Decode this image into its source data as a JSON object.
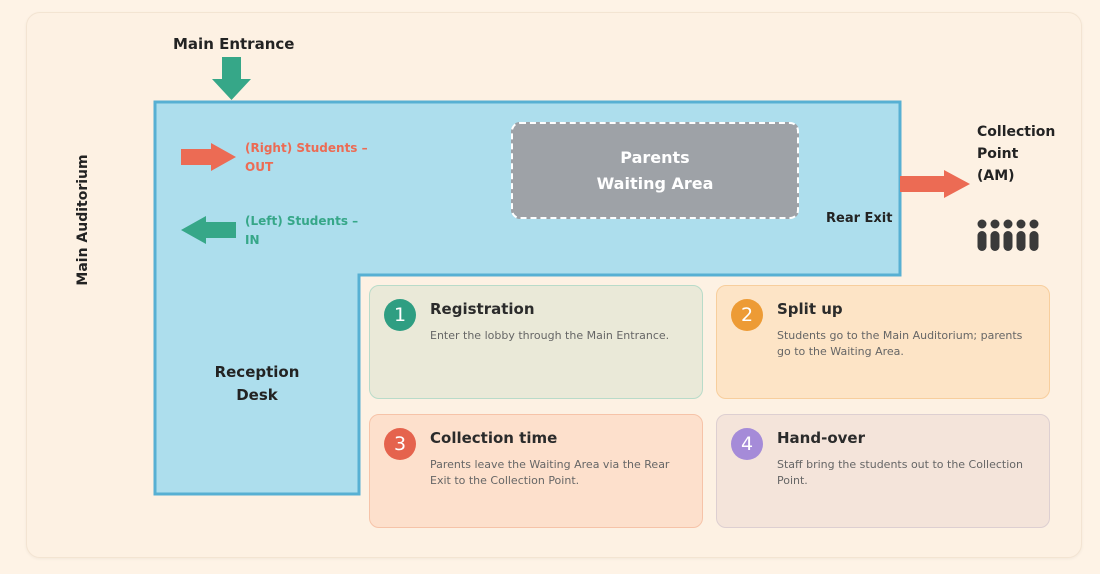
{
  "labels": {
    "main_entrance": "Main Entrance",
    "main_auditorium": "Main Auditorium",
    "students_out_line1": "(Right) Students –",
    "students_out_line2": "OUT",
    "students_in_line1": "(Left) Students –",
    "students_in_line2": "IN",
    "waiting_area_line1": "Parents",
    "waiting_area_line2": "Waiting Area",
    "rear_exit": "Rear Exit",
    "reception_line1": "Reception",
    "reception_line2": "Desk",
    "collection_line1": "Collection",
    "collection_line2": "Point",
    "collection_line3": "(AM)"
  },
  "icons": {
    "entrance_arrow": "arrow-down-icon",
    "out_arrow": "arrow-right-icon",
    "in_arrow": "arrow-left-icon",
    "exit_arrow": "arrow-right-icon",
    "people": "people-group-icon"
  },
  "colors": {
    "lobby_fill": "#addeed",
    "lobby_border": "#57b0d3",
    "out_color": "#ec6b54",
    "in_color": "#36a788",
    "waiting_fill": "#9ea2a7",
    "people_color": "#3a3a3a"
  },
  "steps": [
    {
      "number": "1",
      "title": "Registration",
      "description": "Enter the lobby through the Main Entrance.",
      "color": "#2f9e82"
    },
    {
      "number": "2",
      "title": "Split up",
      "description": "Students go to the Main Auditorium; parents go to the Waiting Area.",
      "color": "#ed9b35"
    },
    {
      "number": "3",
      "title": "Collection time",
      "description": "Parents leave the Waiting Area via the Rear Exit to the Collection Point.",
      "color": "#e5634d"
    },
    {
      "number": "4",
      "title": "Hand-over",
      "description": "Staff bring the students out to the Collection Point.",
      "color": "#a58bd8"
    }
  ]
}
